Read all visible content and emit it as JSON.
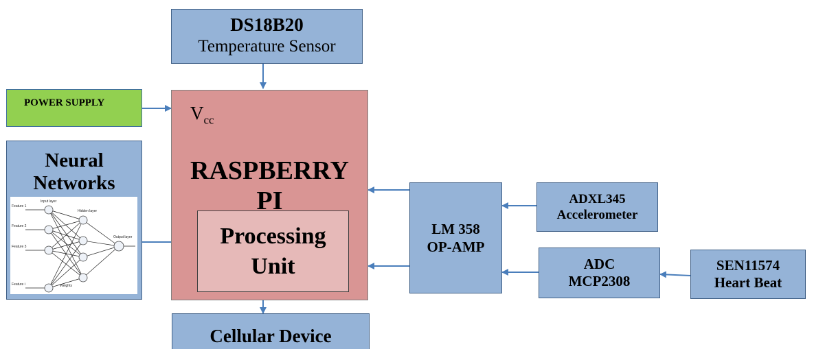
{
  "ds18b20": {
    "line1": "DS18B20",
    "line2": "Temperature Sensor"
  },
  "power_supply": {
    "label": "POWER SUPPLY"
  },
  "raspberry_pi": {
    "vcc_main": "V",
    "vcc_sub": "cc",
    "line1": "RASPBERRY",
    "line2": "PI"
  },
  "processing_unit": {
    "line1": "Processing",
    "line2": "Unit"
  },
  "neural_networks": {
    "line1": "Neural",
    "line2": "Networks",
    "image_labels": {
      "input_layer": "Input layer",
      "hidden_layer": "Hidden layer",
      "output_layer": "Output layer",
      "feature1": "Feature 1",
      "feature2": "Feature 2",
      "feature3": "Feature 3",
      "featurei": "Feature i",
      "weights": "Weights"
    }
  },
  "lm358": {
    "line1": "LM 358",
    "line2": "OP-AMP"
  },
  "adxl345": {
    "line1": "ADXL345",
    "line2": "Accelerometer"
  },
  "adc": {
    "line1": "ADC",
    "line2": "MCP2308"
  },
  "sen11574": {
    "line1": "SEN11574",
    "line2": "Heart Beat"
  },
  "cellular": {
    "label": "Cellular Device"
  },
  "colors": {
    "box_blue": "#95b3d7",
    "power_green": "#92d050",
    "pi_pink": "#d99594",
    "unit_pink": "#e6b9b8",
    "arrow": "#4a7ebb"
  }
}
